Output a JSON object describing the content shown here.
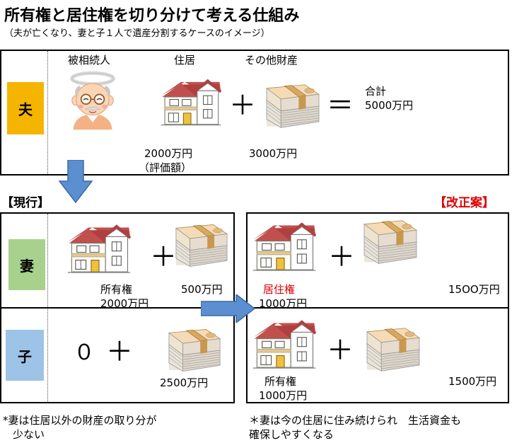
{
  "title": "所有権と居住権を切り分けて考える仕組み",
  "subtitle": "（夫が亡くなり、妻と子１人で遺産分割するケースのイメージ）",
  "top": {
    "label": "夫",
    "col_person": "被相続人",
    "col_home": "住居",
    "col_other": "その他財産",
    "plus": "＋",
    "equals": "＝",
    "total_label": "合計",
    "total_value": "5000万円",
    "home_value": "2000万円",
    "home_note": "（評価額）",
    "other_value": "3000万円"
  },
  "current": {
    "heading": "【現行】",
    "wife": {
      "label": "妻",
      "plus": "＋",
      "home_right": "所有権",
      "home_value": "2000万円",
      "money": "500万円"
    },
    "child": {
      "label": "子",
      "zero": "０",
      "plus": "＋",
      "money": "2500万円"
    },
    "note_line1": "*妻は住居以外の財産の取り分が",
    "note_line2": "少ない"
  },
  "proposal": {
    "heading": "【改正案】",
    "wife": {
      "plus": "＋",
      "home_right": "居住権",
      "home_value": "1000万円",
      "money": "15OO万円"
    },
    "child": {
      "plus": "＋",
      "home_right": "所有権",
      "home_value": "1000万円",
      "money": "1500万円"
    },
    "note_line1": "＊妻は今の住居に住み続けられ　生活資金も",
    "note_line2": "確保しやすくなる"
  },
  "colors": {
    "husband_label": "#f5b400",
    "wife_label": "#a9d18e",
    "child_label": "#9dc3e6",
    "arrow": "#5b8fd0",
    "red": "#e00000"
  },
  "icons": [
    "halo-grandpa-icon",
    "house-icon",
    "money-stack-icon",
    "arrow-down-icon",
    "arrow-right-icon"
  ]
}
